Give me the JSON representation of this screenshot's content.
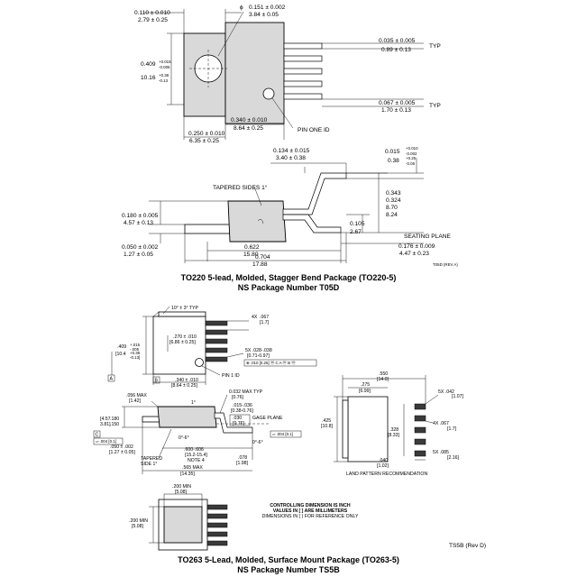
{
  "top": {
    "dims": {
      "w_in": "0.110 ± 0.010",
      "w_mm": "2.79 ± 0.25",
      "hole_in": "0.151 ± 0.002",
      "hole_mm": "3.84 ± 0.05",
      "h_in_a": "0.409",
      "h_in_b": "+0.015",
      "h_in_c": "-0.005",
      "h_mm_a": "10.16",
      "h_mm_b": "+0.38",
      "h_mm_c": "-0.13",
      "lead_w_in": "0.035 ± 0.005",
      "lead_w_mm": "0.89 ± 0.13",
      "pitch_in": "0.067 ± 0.005",
      "pitch_mm": "1.70 ± 0.13",
      "typ": "TYP",
      "base_in": "0.340 ± 0.010",
      "base_mm": "8.64 ± 0.25",
      "tab_in": "0.250 ± 0.010",
      "tab_mm": "6.35 ± 0.25",
      "pin_one": "PIN ONE ID",
      "s_a_in": "0.134 ± 0.015",
      "s_a_mm": "3.40 ± 0.38",
      "s_b_in_a": "0.015",
      "s_b_in_b": "+0.010",
      "s_b_in_c": "-0.002",
      "s_b_mm_a": "0.38",
      "s_b_mm_b": "+0.25",
      "s_b_mm_c": "-0.05",
      "tapered": "TAPERED SIDES 1°",
      "s_c_in": "0.180 ± 0.005",
      "s_c_mm": "4.57 ± 0.13",
      "s_d_in_a": "0.343",
      "s_d_in_b": "0.324",
      "s_d_mm_a": "8.70",
      "s_d_mm_b": "8.24",
      "s_e_in": "0.105",
      "s_e_mm": "2.67",
      "seating": "SEATING PLANE",
      "s_f_in": "0.050 ± 0.002",
      "s_f_mm": "1.27 ± 0.05",
      "s_g_in": "0.622",
      "s_g_mm": "15.80",
      "s_h_in": "0.176 ± 0.009",
      "s_h_mm": "4.47 ± 0.23",
      "s_i_in": "0.704",
      "s_i_mm": "17.88",
      "rev": "T05D (REV A)"
    },
    "title": "TO220 5-lead, Molded, Stagger Bend Package (TO220-5)",
    "subtitle": "NS Package Number T05D"
  },
  "bottom": {
    "dims": {
      "a1": "10° ± 3° TYP",
      "a2": "4X",
      "a3": ".067",
      "a4": "[1.7]",
      "a5": ".270 ± .010",
      "a6": "[6.86 ± 0.25]",
      "a7": ".409",
      "a8": "+.015",
      "a9": "-.005",
      "a10": "[10.4",
      "a11": "+0.38",
      "a12": "-0.13]",
      "a13": "5X .028-.038",
      "a14": "[0.71-0.97]",
      "a15": "⊕ .010 [0.25] ⓜ C A ⓜ B ⓜ",
      "a16": "PIN 1 ID",
      "a17": ".340 ± .010",
      "a18": "[8.64 ± 0.25]",
      "b1": ".056 MAX",
      "b2": "[1.42]",
      "b3": "1°",
      "b4": "0.032 MAX TYP",
      "b5": "[0.76]",
      "b6": ".015-.036",
      "b7": "[0.38-0.76]",
      "b8": ".030",
      "b9": "[0.76]",
      "b10": "GAGE PLANE",
      "b11": ".180",
      "b12": ".150",
      "b13": "[4.57",
      "b14": "3.81]",
      "b15": ".050 ± .002",
      "b16": "[1.27 ± 0.05]",
      "b17": "0°-6°",
      "b18": "0°-6°",
      "b19": "▱ .004 [0.1]",
      "b20": ".600-.606",
      "b21": "[15.2-15.4]",
      "b22": "NOTE 4",
      "b23": ".078",
      "b24": "[1.98]",
      "b25": "TAPERED",
      "b26": "SIDE 1°",
      "b27": ".565 MAX",
      "b28": "[14.35]",
      "c1": ".200 MIN",
      "c2": "[5.08]",
      "c3": ".200 MIN",
      "c4": "[5.08]",
      "lp1": ".550",
      "lp2": "[14.0]",
      "lp3": ".275",
      "lp4": "[6.99]",
      "lp5": "5X .042",
      "lp6": "[1.07]",
      "lp7": ".425",
      "lp8": "[10.8]",
      "lp9": ".328",
      "lp10": "[8.33]",
      "lp11": "4X .067",
      "lp12": "[1.7]",
      "lp13": "5X .085",
      "lp14": "[2.16]",
      "lp15": ".040",
      "lp16": "[1.02]",
      "lp_title": "LAND PATTERN RECOMMENDATION",
      "ctrl1": "CONTROLLING DIMENSION IS INCH",
      "ctrl2": "VALUES IN [ ] ARE MILLIMETERS",
      "ctrl3": "DIMENSIONS IN ( ) FOR REFERENCE ONLY",
      "rev": "TS5B (Rev D)",
      "lblA": "A",
      "lblB": "B",
      "lblC": "C"
    },
    "title": "TO263 5-Lead, Molded, Surface Mount Package (TO263-5)",
    "subtitle": "NS Package Number TS5B"
  }
}
